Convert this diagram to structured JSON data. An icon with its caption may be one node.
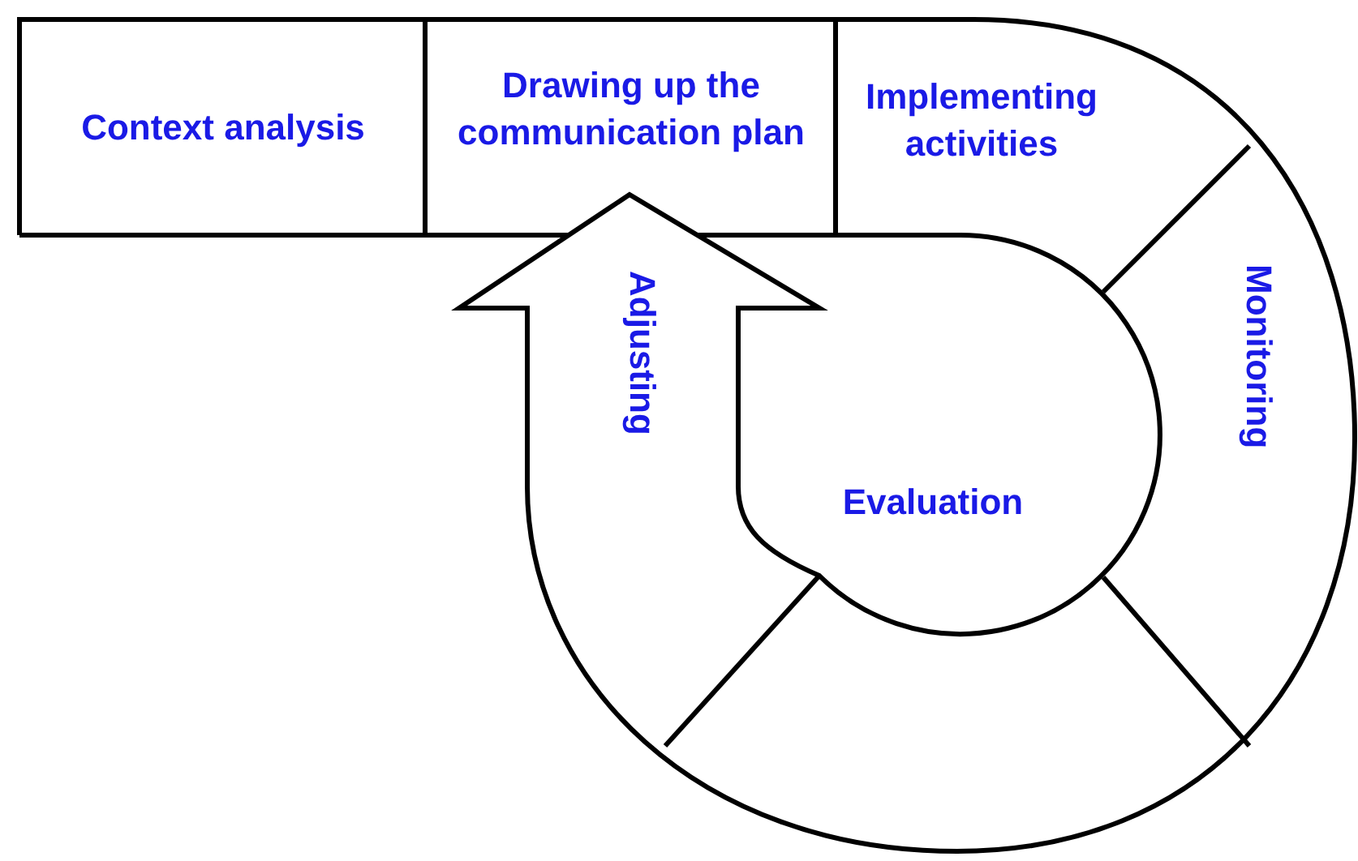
{
  "diagram": {
    "nodes": [
      {
        "text": [
          "Context analysis"
        ]
      },
      {
        "text": [
          "Drawing up the communication plan"
        ]
      },
      {
        "text": [
          "Implementing activities"
        ]
      },
      {
        "text": [
          "Monitoring"
        ]
      },
      {
        "text": [
          "Evaluation"
        ]
      },
      {
        "text": [
          "Adjusting"
        ]
      }
    ]
  }
}
